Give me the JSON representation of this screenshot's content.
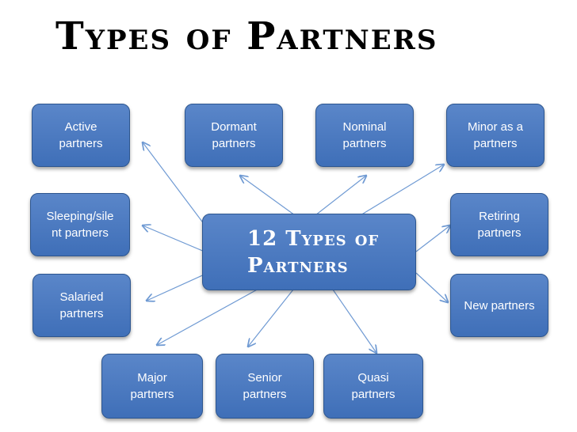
{
  "title": "Types of Partners",
  "center": "12 Types of\nPartners",
  "nodes": {
    "active": "Active\npartners",
    "dormant": "Dormant\npartners",
    "nominal": "Nominal\npartners",
    "minor": "Minor as a\npartners",
    "sleeping": "Sleeping/sile\nnt partners",
    "retiring": "Retiring\npartners",
    "salaried": "Salaried\npartners",
    "new": "New partners",
    "major": "Major\npartners",
    "senior": "Senior\npartners",
    "quasi": "Quasi\npartners"
  },
  "colors": {
    "box": "#4a7ac1",
    "arrow": "#6f9ad3"
  }
}
